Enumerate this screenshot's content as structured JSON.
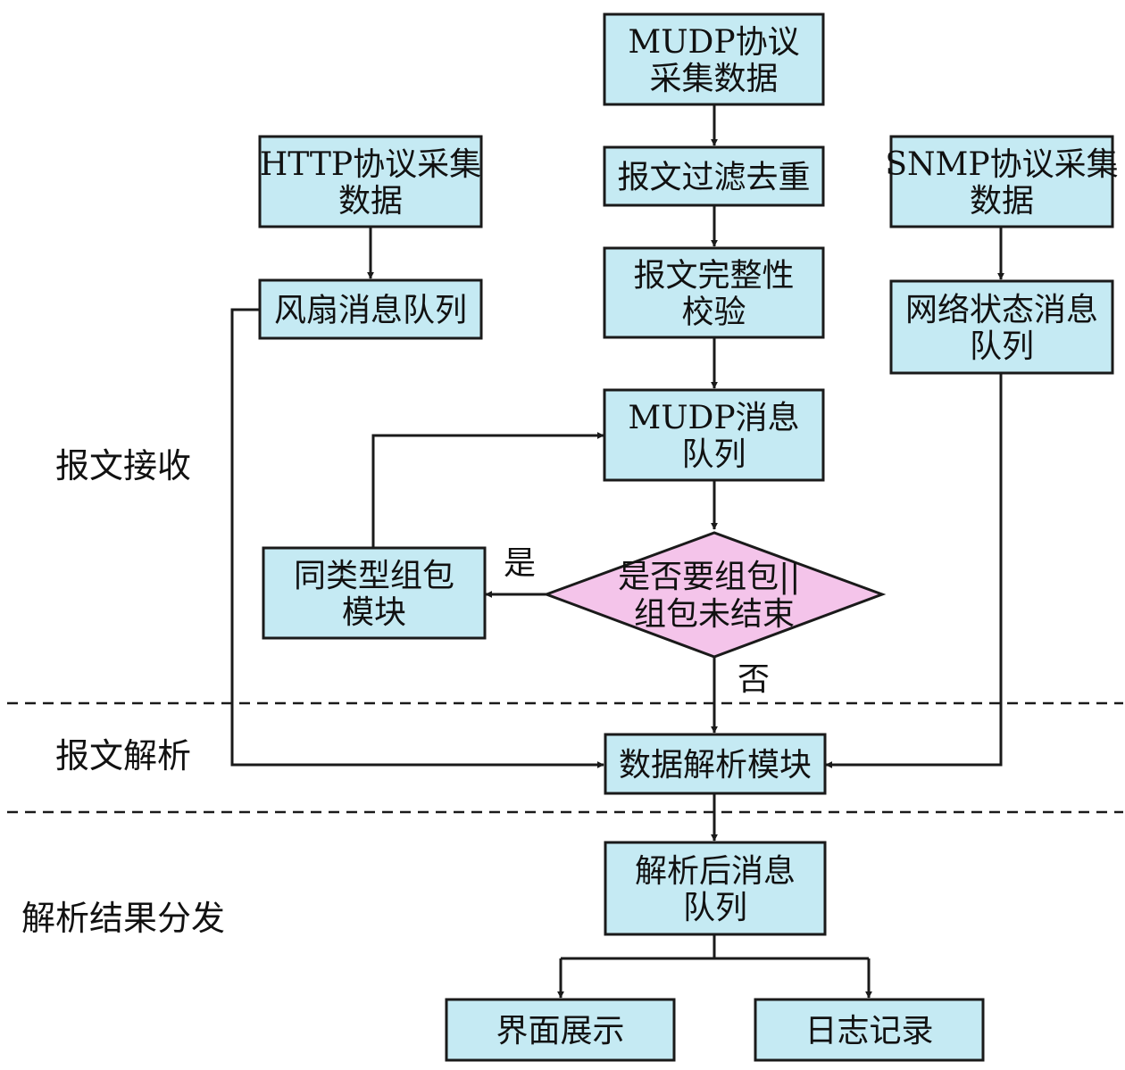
{
  "stages": {
    "receive": "报文接收",
    "parse": "报文解析",
    "distribute": "解析结果分发"
  },
  "nodes": {
    "mudp_collect": [
      "MUDP协议",
      "采集数据"
    ],
    "filter_dedup": [
      "报文过滤去重"
    ],
    "integrity_check": [
      "报文完整性",
      "校验"
    ],
    "mudp_queue": [
      "MUDP消息",
      "队列"
    ],
    "http_collect": [
      "HTTP协议采集",
      "数据"
    ],
    "fan_queue": [
      "风扇消息队列"
    ],
    "snmp_collect": [
      "SNMP协议采集",
      "数据"
    ],
    "network_queue": [
      "网络状态消息",
      "队列"
    ],
    "decision": [
      "是否要组包||",
      "组包未结束"
    ],
    "assemble_module": [
      "同类型组包",
      "模块"
    ],
    "parse_module": [
      "数据解析模块"
    ],
    "parsed_queue": [
      "解析后消息",
      "队列"
    ],
    "ui_display": [
      "界面展示"
    ],
    "log_record": [
      "日志记录"
    ]
  },
  "edge_labels": {
    "yes": "是",
    "no": "否"
  },
  "colors": {
    "box_fill": "#c5eaf3",
    "decision_fill": "#f4c4ea",
    "stroke": "#1a1a1a"
  }
}
